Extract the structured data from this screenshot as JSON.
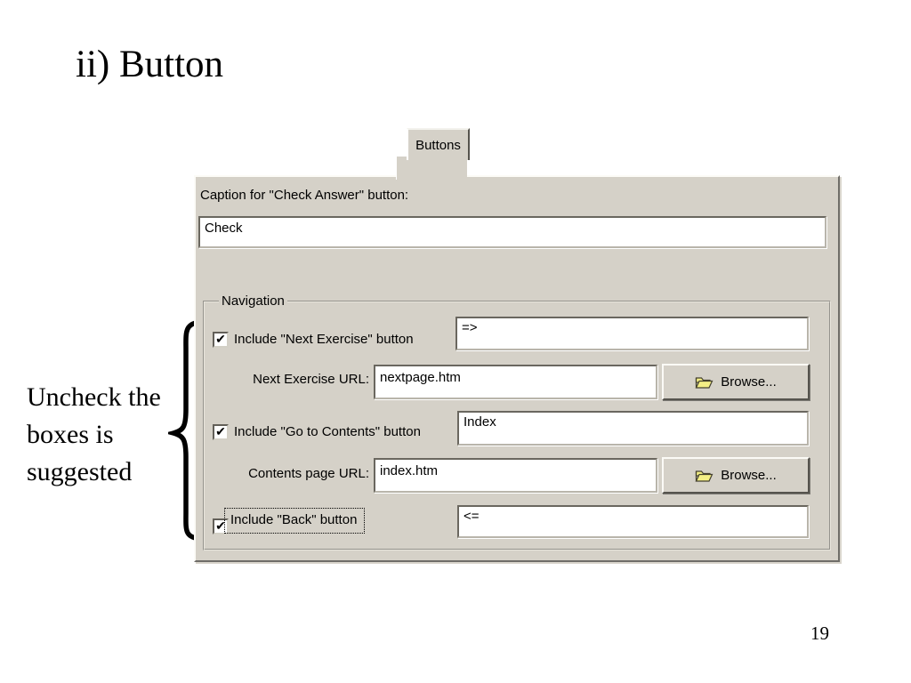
{
  "slide": {
    "title": "ii) Button",
    "page_number": "19",
    "annotation_line1": "Uncheck the",
    "annotation_line2": "boxes is",
    "annotation_line3": "suggested"
  },
  "glyphs": {
    "check": "✔"
  },
  "colors": {
    "panel_gray": "#d5d1c8",
    "input_white": "#ffffff",
    "folder_yellow": "#f4ef85",
    "text_black": "#000000"
  },
  "dialog": {
    "tab_label": "Buttons",
    "caption_label": "Caption for \"Check Answer\" button:",
    "caption_value": "Check",
    "navigation": {
      "legend": "Navigation",
      "next_checkbox_label": "Include \"Next Exercise\" button",
      "next_checkbox_checked": true,
      "next_caption_value": "=>",
      "next_url_label": "Next Exercise URL:",
      "next_url_value": "nextpage.htm",
      "next_browse_label": "Browse...",
      "contents_checkbox_label": "Include \"Go to Contents\" button",
      "contents_checkbox_checked": true,
      "contents_caption_value": "Index",
      "contents_url_label": "Contents page URL:",
      "contents_url_value": "index.htm",
      "contents_browse_label": "Browse...",
      "back_checkbox_label": "Include \"Back\" button",
      "back_checkbox_checked": true,
      "back_caption_value": "<="
    }
  }
}
